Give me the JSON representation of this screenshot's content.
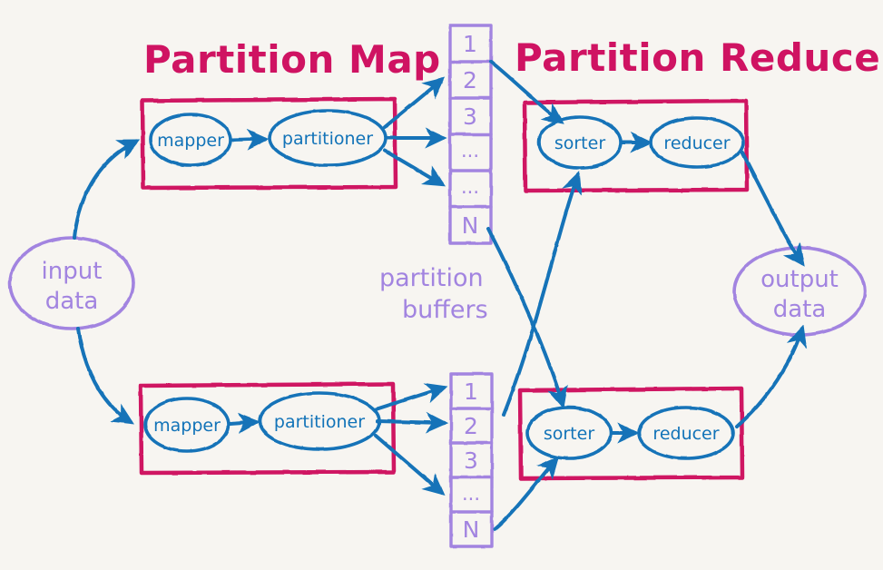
{
  "diagram": {
    "title_left": "Partition Map",
    "title_right": "Partition Reduce",
    "buffers_label_line1": "partition",
    "buffers_label_line2": "buffers",
    "input_node_line1": "input",
    "input_node_line2": "data",
    "output_node_line1": "output",
    "output_node_line2": "data",
    "colors": {
      "background": "#f7f5f1",
      "magenta": "#cf1362",
      "blue": "#1273b8",
      "purple": "#a284e0"
    },
    "map_stages": [
      {
        "mapper": "mapper",
        "partitioner": "partitioner"
      },
      {
        "mapper": "mapper",
        "partitioner": "partitioner"
      }
    ],
    "reduce_stages": [
      {
        "sorter": "sorter",
        "reducer": "reducer"
      },
      {
        "sorter": "sorter",
        "reducer": "reducer"
      }
    ],
    "buffers": [
      {
        "cells": [
          "1",
          "2",
          "3",
          "...",
          "...",
          "N"
        ]
      },
      {
        "cells": [
          "1",
          "2",
          "3",
          "...",
          "N"
        ]
      }
    ]
  }
}
